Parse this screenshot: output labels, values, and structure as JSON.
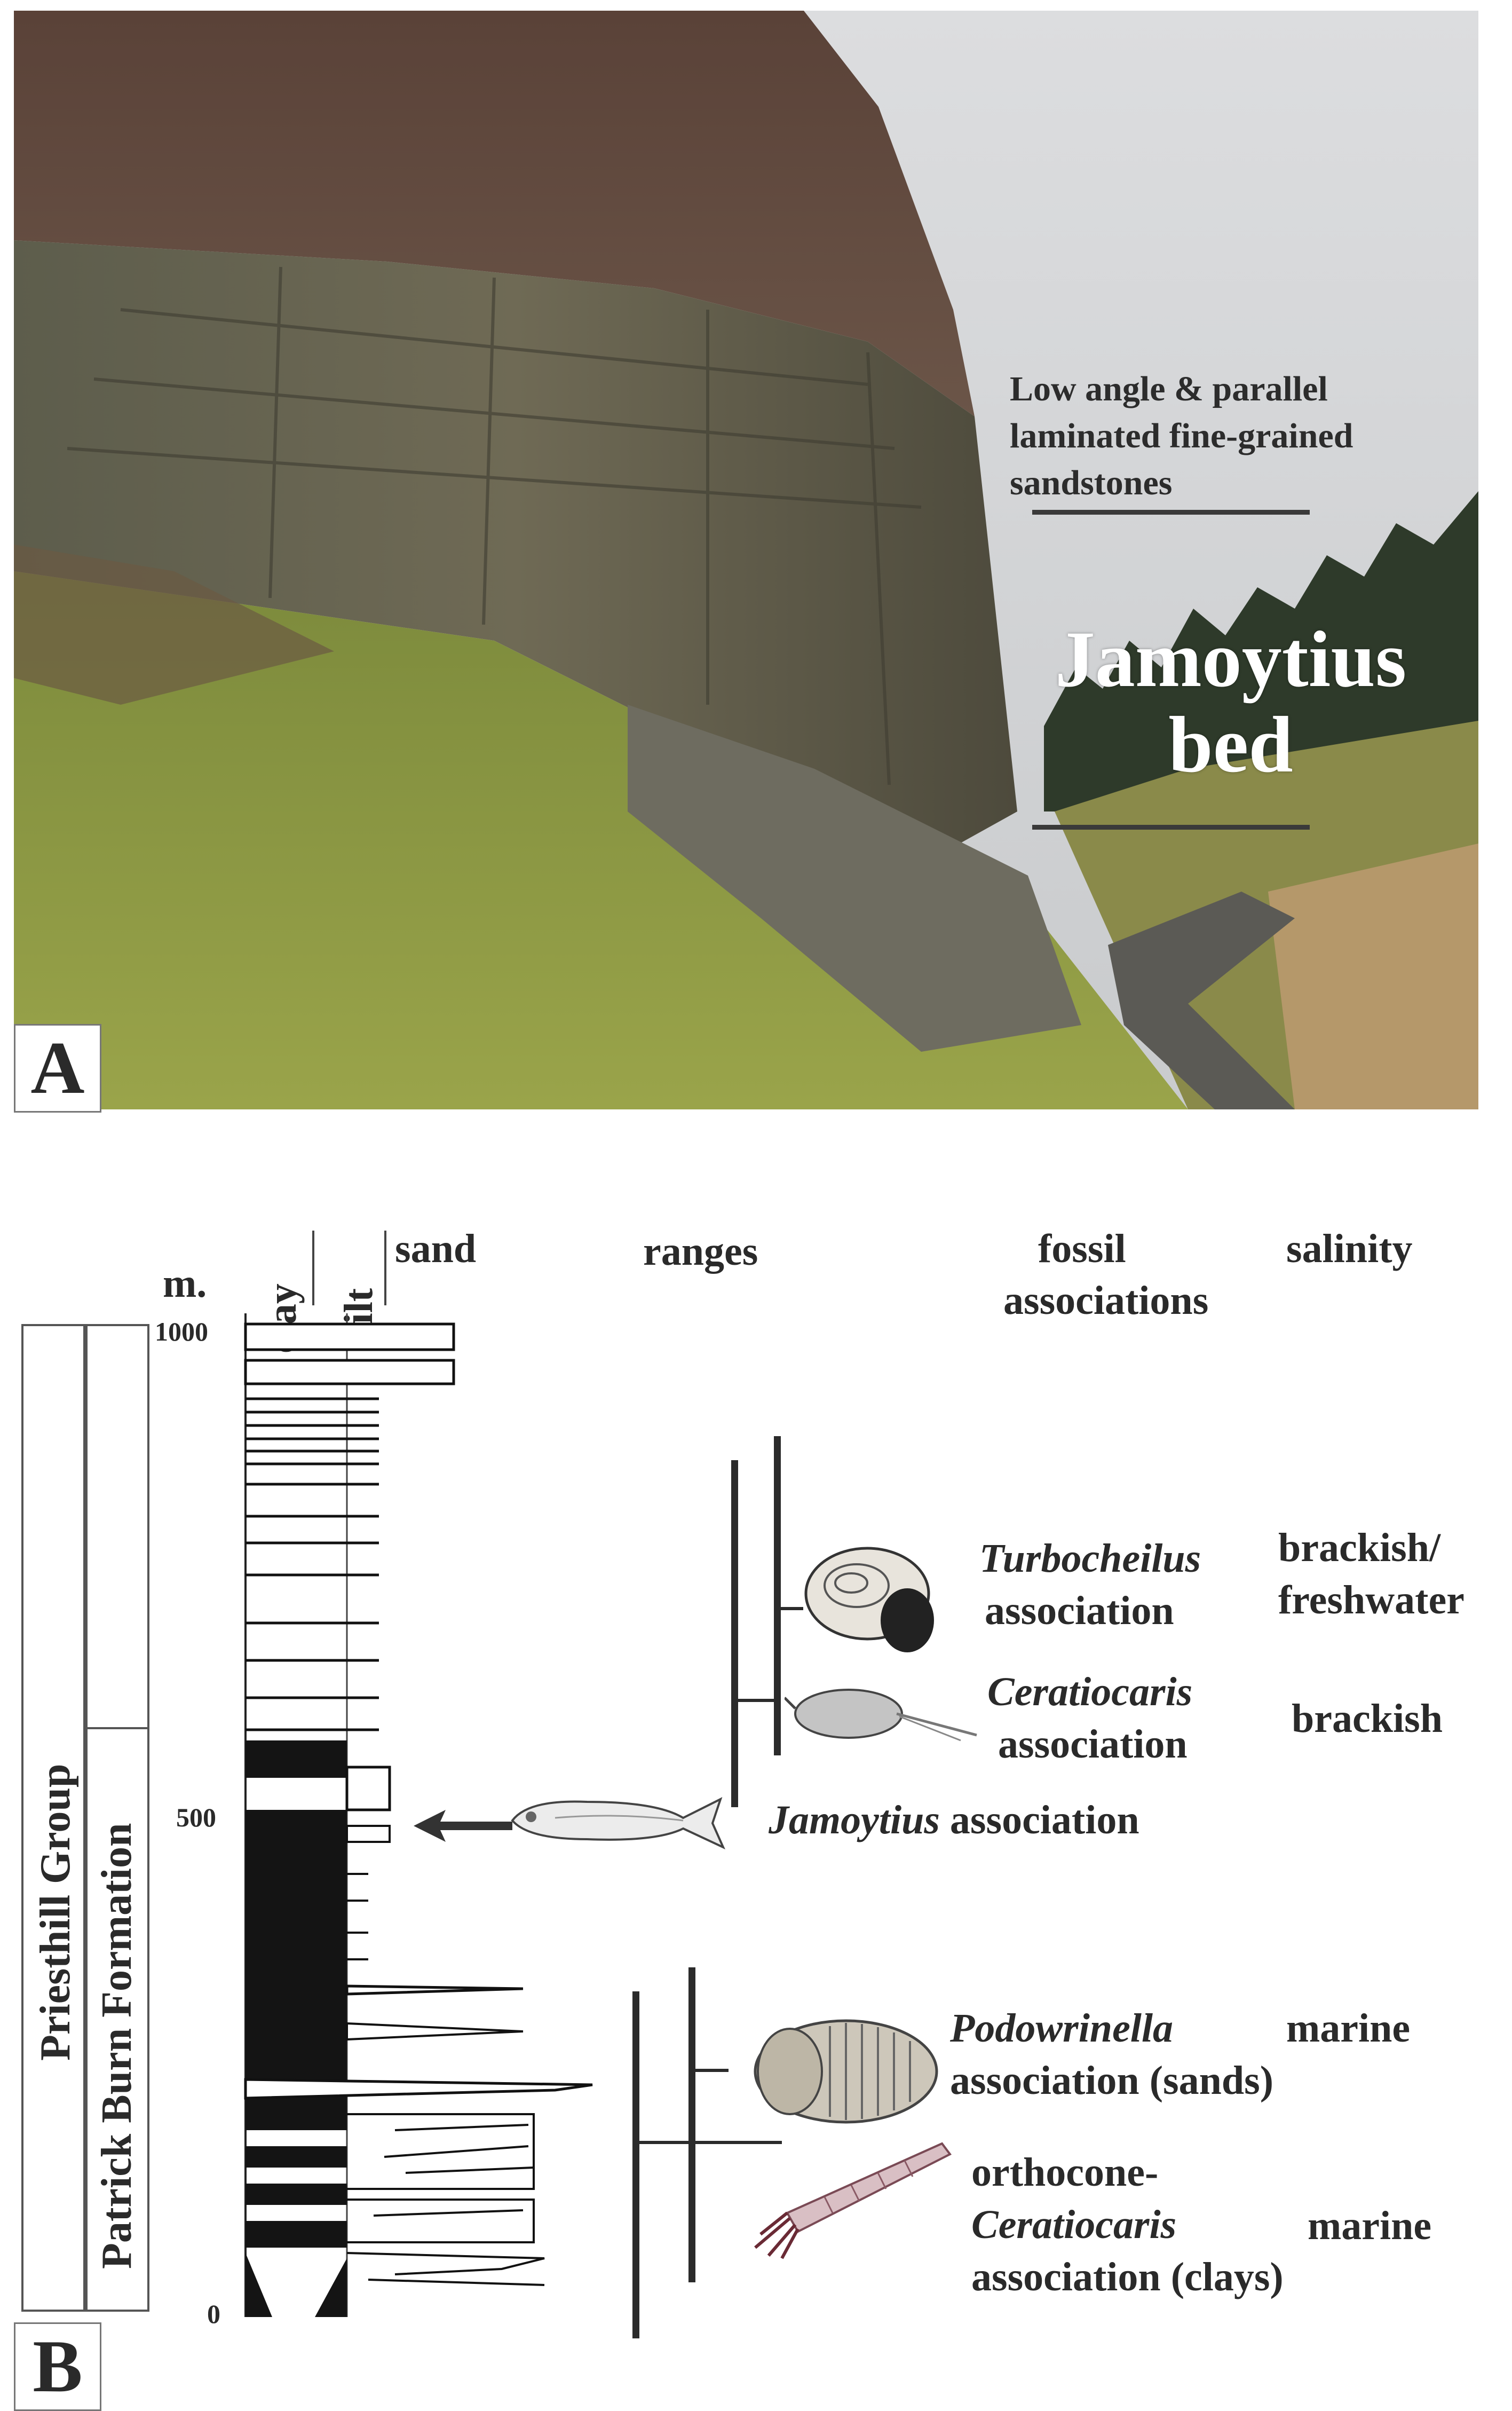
{
  "panel_a": {
    "letter": "A",
    "label_sandstones": [
      "Low angle & parallel",
      "laminated fine-grained",
      "sandstones"
    ],
    "label_bed": [
      "Jamoytius",
      "bed"
    ]
  },
  "panel_b": {
    "letter": "B",
    "headers": {
      "unit": "m.",
      "clay": "clay",
      "silt": "silt",
      "sand": "sand",
      "ranges": "ranges",
      "fossil": "fossil",
      "associations": "associations",
      "salinity": "salinity"
    },
    "ticks": [
      "1000",
      "500",
      "0"
    ],
    "group_label": "Priesthill Group",
    "formation_label": "Patrick Burn Formation",
    "associations": {
      "turbocheilus": {
        "taxon": "Turbocheilus",
        "word": "association",
        "salinity": [
          "brackish/",
          "freshwater"
        ]
      },
      "ceratiocaris": {
        "taxon": "Ceratiocaris",
        "word": "association",
        "salinity": "brackish"
      },
      "jamoytius": {
        "taxon": "Jamoytius",
        "word": " association"
      },
      "podowrinella": {
        "taxon": "Podowrinella",
        "word": "association (sands)",
        "salinity": "marine"
      },
      "orthocone": {
        "line1": "orthocone-",
        "taxon": "Ceratiocaris",
        "word": "association (clays)",
        "salinity": "marine"
      }
    },
    "colors": {
      "ink": "#2b2b2b",
      "paper": "#ffffff"
    }
  }
}
